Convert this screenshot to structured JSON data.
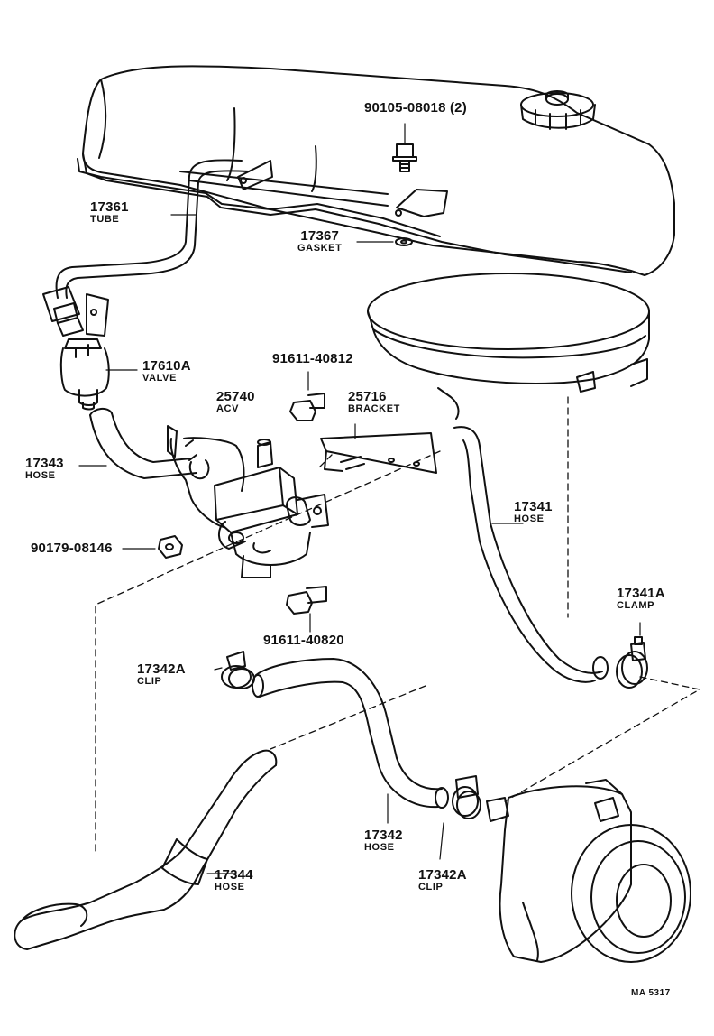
{
  "parts": {
    "p90105": {
      "number": "90105-08018 (2)"
    },
    "p17361": {
      "number": "17361",
      "name": "TUBE"
    },
    "p17367": {
      "number": "17367",
      "name": "GASKET"
    },
    "p17610a": {
      "number": "17610A",
      "name": "VALVE"
    },
    "p91611_40812": {
      "number": "91611-40812"
    },
    "p25740": {
      "number": "25740",
      "name": "ACV"
    },
    "p25716": {
      "number": "25716",
      "name": "BRACKET"
    },
    "p17343": {
      "number": "17343",
      "name": "HOSE"
    },
    "p17341": {
      "number": "17341",
      "name": "HOSE"
    },
    "p90179": {
      "number": "90179-08146"
    },
    "p17341a": {
      "number": "17341A",
      "name": "CLAMP"
    },
    "p91611_40820": {
      "number": "91611-40820"
    },
    "p17342a_top": {
      "number": "17342A",
      "name": "CLIP"
    },
    "p17342": {
      "number": "17342",
      "name": "HOSE"
    },
    "p17344": {
      "number": "17344",
      "name": "HOSE"
    },
    "p17342a_bottom": {
      "number": "17342A",
      "name": "CLIP"
    }
  },
  "diagram_code": "MA 5317"
}
